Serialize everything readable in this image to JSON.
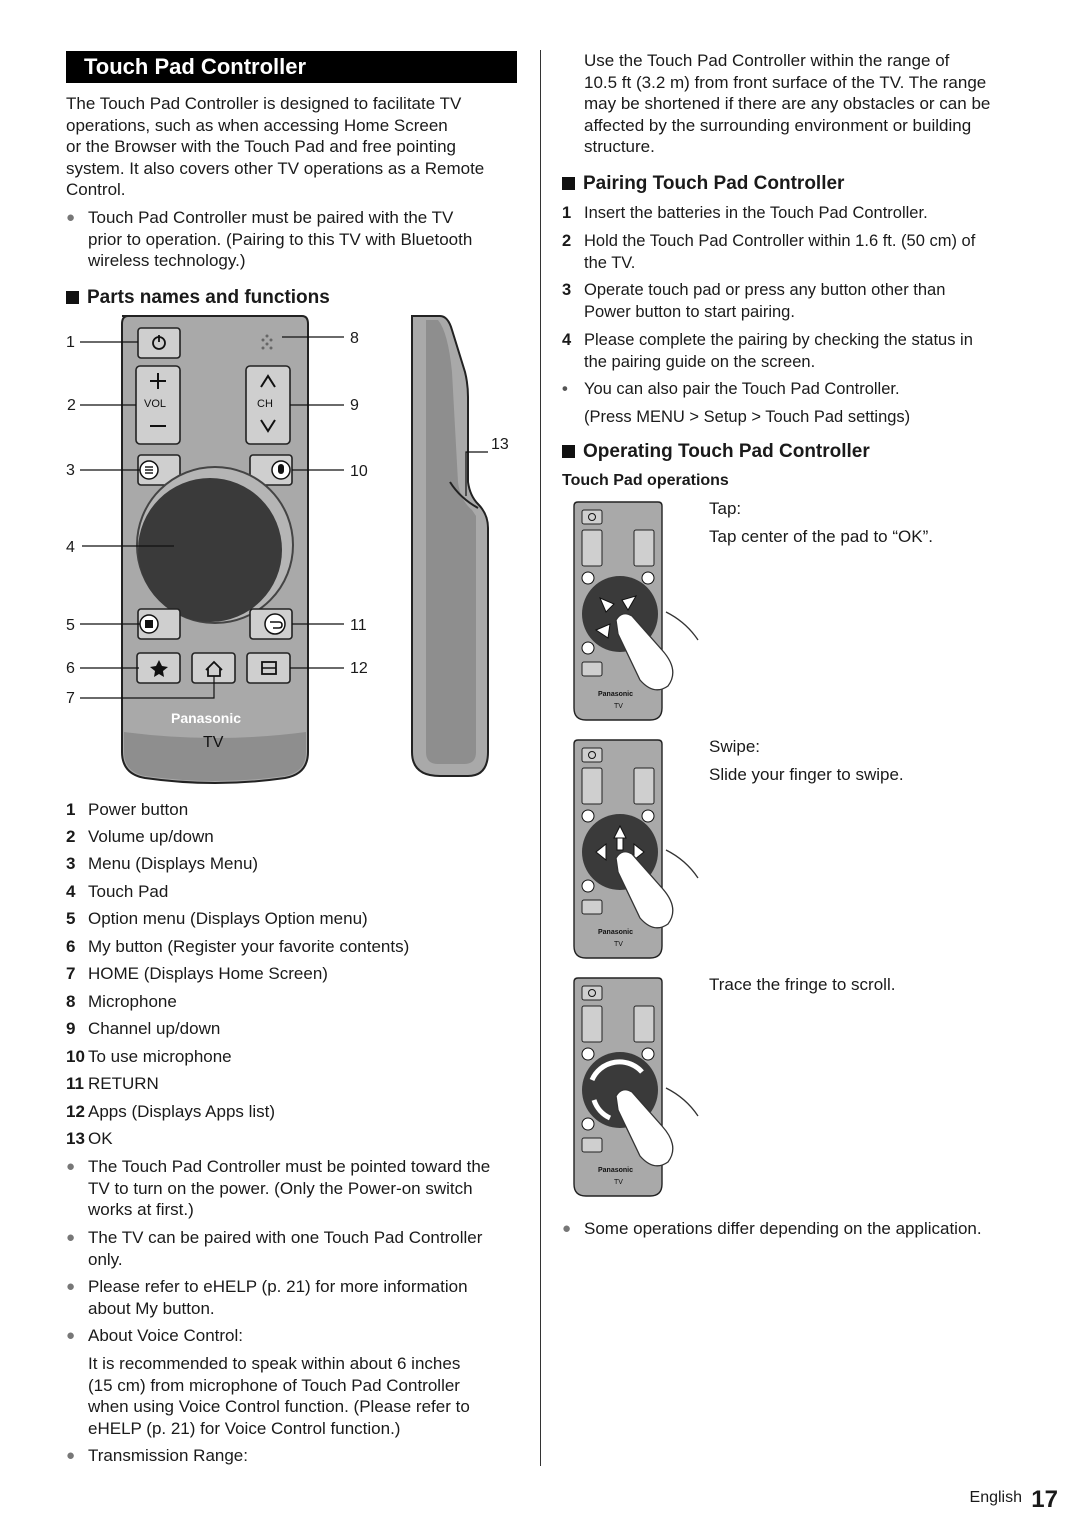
{
  "title": "Touch Pad Controller",
  "intro": [
    "The Touch Pad Controller is designed to facilitate TV",
    "operations, such as when accessing Home Screen",
    "or the Browser with the Touch Pad and free pointing",
    "system. It also covers other TV operations as a Remote",
    "Control."
  ],
  "pairing_note": [
    "Touch Pad Controller must be paired with the TV",
    "prior to operation. (Pairing to this TV with Bluetooth",
    "wireless technology.)"
  ],
  "parts_heading": "Parts names and functions",
  "remote": {
    "brand": "Panasonic",
    "tv_label": "TV",
    "vol_label": "VOL",
    "ch_label": "CH"
  },
  "callouts": [
    "1",
    "2",
    "3",
    "4",
    "5",
    "6",
    "7",
    "8",
    "9",
    "10",
    "11",
    "12",
    "13"
  ],
  "parts": [
    {
      "n": "1",
      "label": "Power button"
    },
    {
      "n": "2",
      "label": "Volume up/down"
    },
    {
      "n": "3",
      "label": "Menu (Displays Menu)"
    },
    {
      "n": "4",
      "label": "Touch Pad"
    },
    {
      "n": "5",
      "label": "Option menu (Displays Option menu)"
    },
    {
      "n": "6",
      "label": "My button (Register your favorite contents)"
    },
    {
      "n": "7",
      "label": "HOME (Displays Home Screen)"
    },
    {
      "n": "8",
      "label": "Microphone"
    },
    {
      "n": "9",
      "label": "Channel up/down"
    },
    {
      "n": "10",
      "label": "To use microphone"
    },
    {
      "n": "11",
      "label": "RETURN"
    },
    {
      "n": "12",
      "label": "Apps (Displays Apps list)"
    },
    {
      "n": "13",
      "label": "OK"
    }
  ],
  "notes": [
    [
      "The Touch Pad Controller must be pointed toward the",
      "TV to turn on the power. (Only the Power-on switch",
      "works at first.)"
    ],
    [
      "The TV can be paired with one Touch Pad Controller",
      "only."
    ],
    [
      "Please refer to eHELP (p. 21) for more information",
      "about My button."
    ],
    [
      "About Voice Control:"
    ]
  ],
  "voice_control": [
    "It is recommended to speak within about 6 inches",
    "(15 cm) from microphone of Touch Pad Controller",
    "when using Voice Control function. (Please refer to",
    "eHELP (p. 21) for Voice Control function.)"
  ],
  "transmission_label": "Transmission Range:",
  "range_text": [
    "Use the Touch Pad Controller within the range of",
    "10.5 ft (3.2 m) from front surface of the TV. The range",
    "may be shortened if there are any obstacles or can be",
    "affected by the surrounding environment or building",
    "structure."
  ],
  "pairing_heading": "Pairing Touch Pad Controller",
  "pairing_steps": [
    {
      "n": "1",
      "lines": [
        "Insert the batteries in the Touch Pad Controller."
      ]
    },
    {
      "n": "2",
      "lines": [
        "Hold the Touch Pad Controller within 1.6 ft. (50 cm) of",
        "the TV."
      ]
    },
    {
      "n": "3",
      "lines": [
        "Operate touch pad or press any button other than",
        "Power button to start pairing."
      ]
    },
    {
      "n": "4",
      "lines": [
        "Please complete the pairing by checking the status in",
        "the pairing guide on the screen."
      ]
    }
  ],
  "pairing_extra": [
    "You can also pair the Touch Pad Controller.",
    "(Press MENU > Setup > Touch Pad settings)"
  ],
  "operating_heading": "Operating Touch Pad Controller",
  "touch_ops_heading": "Touch Pad operations",
  "ops": [
    {
      "title": "Tap:",
      "desc": "Tap center of the pad to “OK”."
    },
    {
      "title": "Swipe:",
      "desc": "Slide your finger to swipe."
    },
    {
      "title": "",
      "desc": "Trace the fringe to scroll."
    }
  ],
  "final_note": "Some operations differ depending on the application.",
  "footer": {
    "language": "English",
    "page": "17"
  }
}
